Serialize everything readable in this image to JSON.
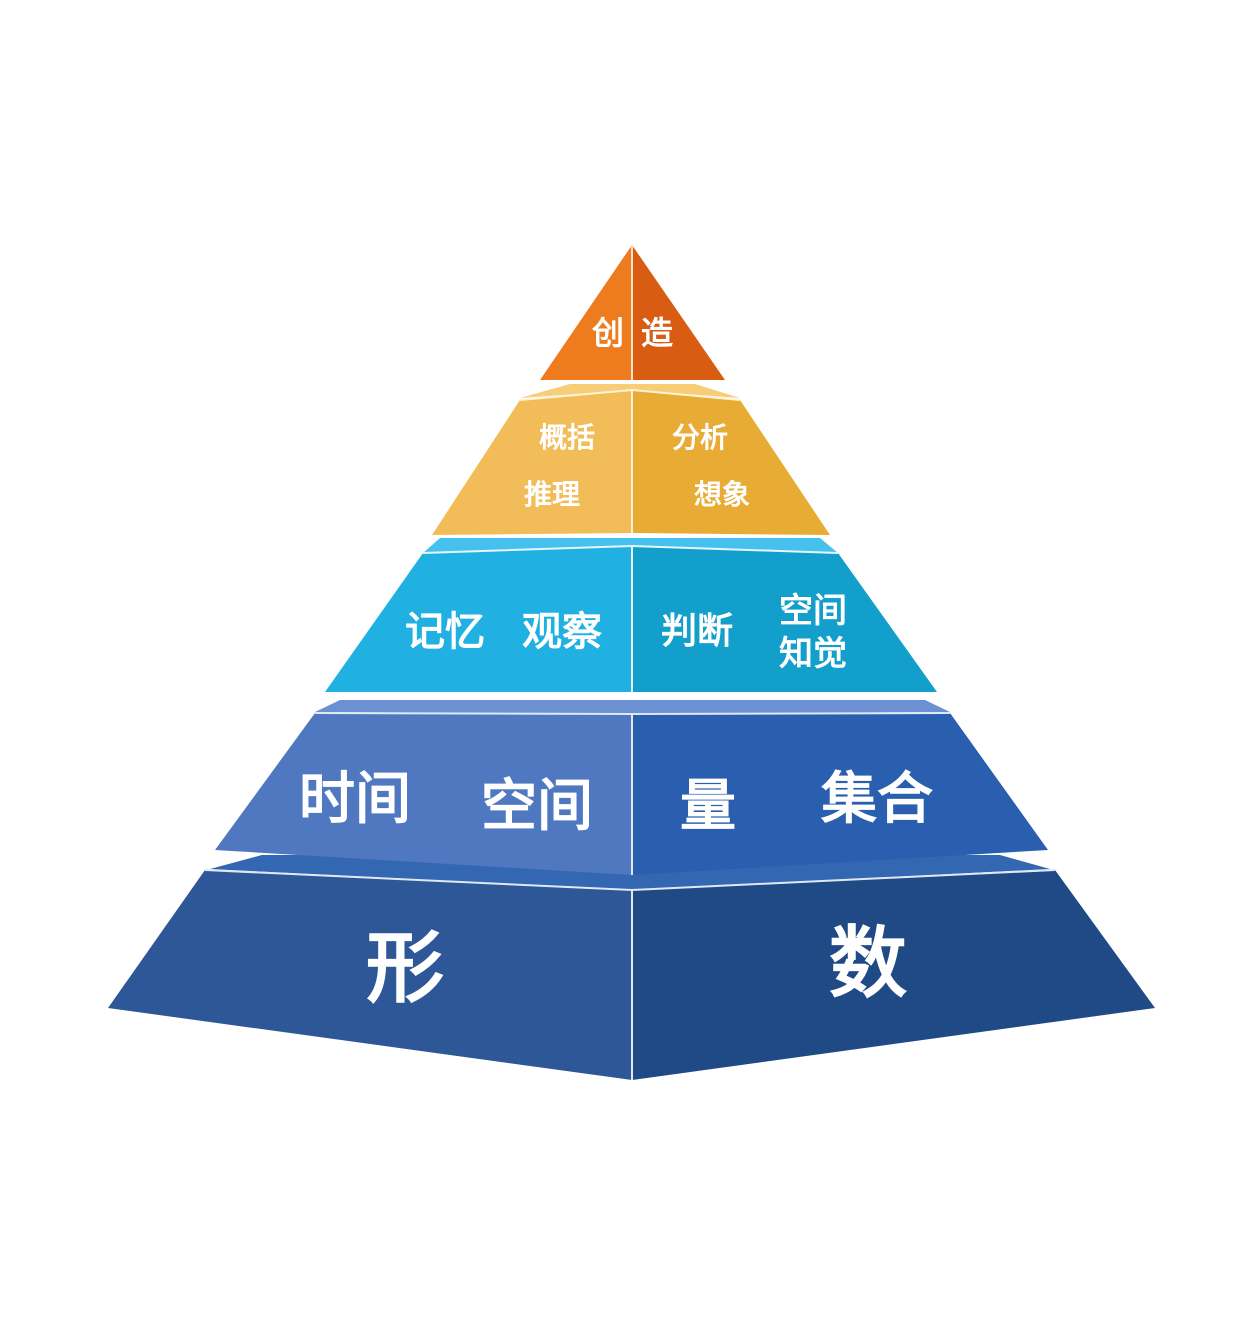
{
  "diagram": {
    "type": "pyramid",
    "layers": [
      {
        "level": 5,
        "colors": {
          "left": "#ef7b1f",
          "right": "#d85d12",
          "top": "#f59a3f"
        },
        "left_labels": [
          "创"
        ],
        "right_labels": [
          "造"
        ]
      },
      {
        "level": 4,
        "colors": {
          "left": "#f2bd58",
          "right": "#e8ab33",
          "top": "#f7cd77"
        },
        "left_labels": [
          "概括",
          "推理"
        ],
        "right_labels": [
          "分析",
          "想象"
        ]
      },
      {
        "level": 3,
        "colors": {
          "left": "#20b1e2",
          "right": "#129fcc",
          "top": "#46c1ee"
        },
        "left_labels": [
          "记忆",
          "观察"
        ],
        "right_labels": [
          "判断",
          "空间",
          "知觉"
        ]
      },
      {
        "level": 2,
        "colors": {
          "left": "#4f78c0",
          "right": "#2a5faf",
          "top": "#6b91d2"
        },
        "left_labels": [
          "时间",
          "空间"
        ],
        "right_labels": [
          "量",
          "集合"
        ]
      },
      {
        "level": 1,
        "colors": {
          "left": "#2d5797",
          "right": "#1f4a85",
          "top": "#3467b1"
        },
        "left_labels": [
          "形"
        ],
        "right_labels": [
          "数"
        ]
      }
    ]
  }
}
